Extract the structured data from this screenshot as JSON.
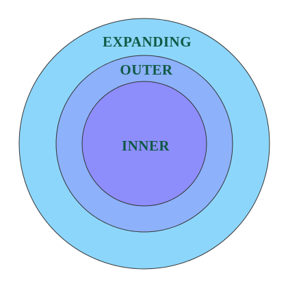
{
  "diagram": {
    "type": "concentric-circles",
    "rings": [
      {
        "key": "expanding",
        "label": "EXPANDING",
        "fill": "#8dd6fb",
        "stroke": "#333333"
      },
      {
        "key": "outer",
        "label": "OUTER",
        "fill": "#8db1fb",
        "stroke": "#333333"
      },
      {
        "key": "inner",
        "label": "INNER",
        "fill": "#8d8dfb",
        "stroke": "#333333"
      }
    ],
    "label_color": "#0f5a46",
    "background": "#ffffff"
  }
}
